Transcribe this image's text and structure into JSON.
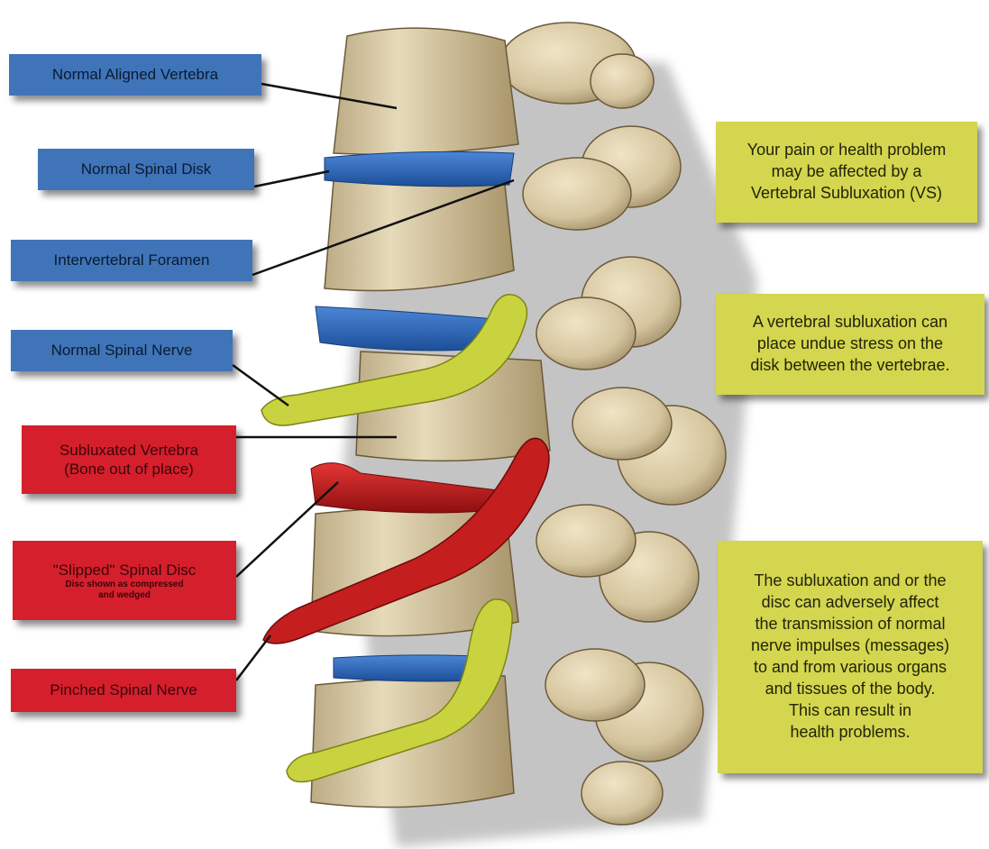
{
  "labels": {
    "normal_aligned_vertebra": "Normal Aligned Vertebra",
    "normal_spinal_disk": "Normal Spinal Disk",
    "intervertebral_foramen": "Intervertebral Foramen",
    "normal_spinal_nerve": "Normal Spinal Nerve",
    "subluxated_vertebra_line1": "Subluxated Vertebra",
    "subluxated_vertebra_line2": "(Bone out of place)",
    "slipped_disc_title": "\"Slipped\" Spinal Disc",
    "slipped_disc_note_line1": "Disc shown as compressed",
    "slipped_disc_note_line2": "and wedged",
    "pinched_spinal_nerve": "Pinched Spinal Nerve"
  },
  "notes": {
    "note1": [
      "Your pain or health problem",
      "may be affected by a",
      "Vertebral Subluxation (VS)"
    ],
    "note2": [
      "A vertebral subluxation can",
      "place undue stress on the",
      "disk between the vertebrae."
    ],
    "note3": [
      "The subluxation and or the",
      "disc can adversely affect",
      "the transmission of normal",
      "nerve impulses (messages)",
      "to and from various organs",
      "and tissues of the body.",
      "This can result in",
      "health problems."
    ]
  },
  "colors": {
    "normal_label": "#3f74b9",
    "problem_label": "#d61f2c",
    "note": "#d3d64e",
    "bone": "#d8c9a4",
    "disk_normal": "#2e6fc4",
    "nerve_normal": "#c9d33f",
    "nerve_pinched": "#c41e1e"
  }
}
